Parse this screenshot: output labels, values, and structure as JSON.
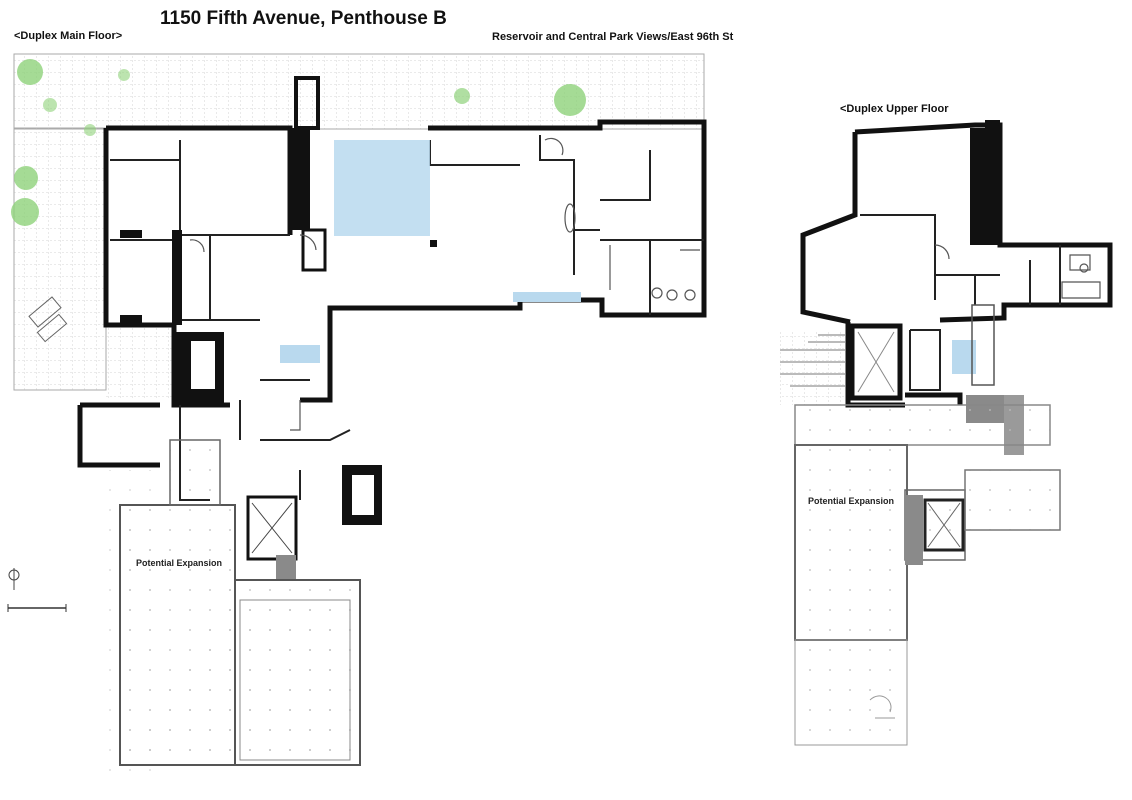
{
  "header": {
    "title": "1150 Fifth Avenue, Penthouse B",
    "main_floor_label": "<Duplex Main Floor>",
    "views_label": "Reservoir and Central Park Views/East 96th St",
    "upper_floor_label": "<Duplex Upper Floor"
  },
  "plan_labels": {
    "potential_expansion_main": "Potential Expansion",
    "potential_expansion_upper": "Potential Expansion"
  },
  "colors": {
    "wall": "#111111",
    "glass": "#b9d9ee",
    "tree": "#8fd27a",
    "grid": "#c8c8c8",
    "gray_fill": "#8a8a8a"
  }
}
